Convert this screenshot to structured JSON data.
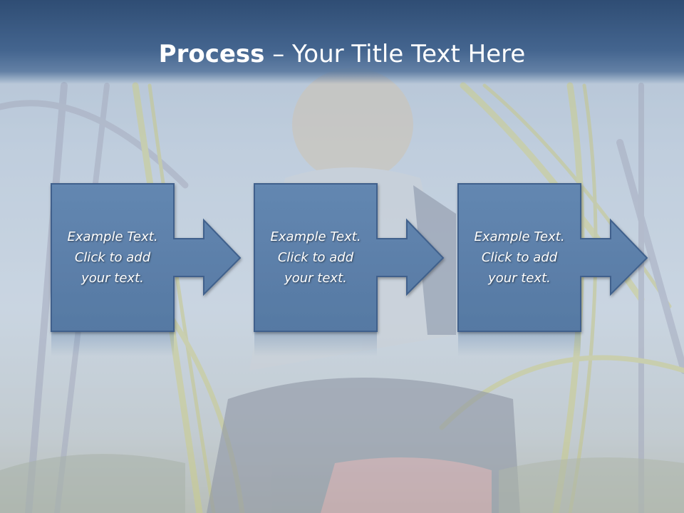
{
  "slide": {
    "title_bold": "Process",
    "title_separator": " – ",
    "title_rest": "Your Title Text Here"
  },
  "steps": [
    {
      "line1": "Example Text.",
      "line2": "Click  to add",
      "line3": "your text."
    },
    {
      "line1": "Example Text.",
      "line2": "Click  to add",
      "line3": "your text."
    },
    {
      "line1": "Example Text.",
      "line2": "Click  to add",
      "line3": "your text."
    }
  ],
  "colors": {
    "title_bar": "#3a5a84",
    "box_fill": "#5b7faa",
    "box_border": "#3d5f8a",
    "text": "#ffffff"
  }
}
